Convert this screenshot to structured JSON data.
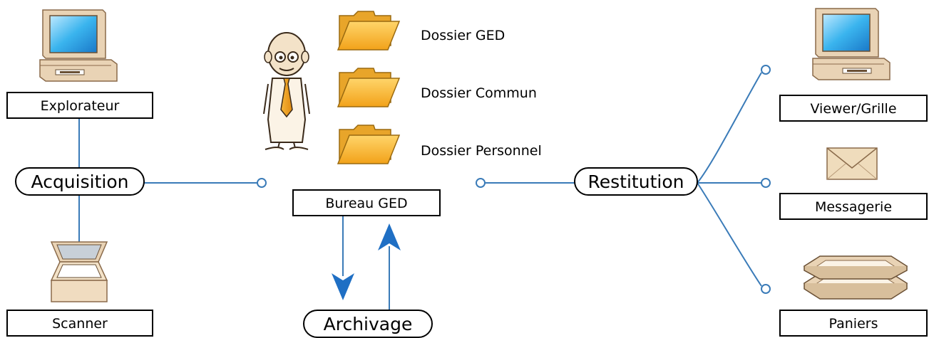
{
  "boxes": {
    "explorateur": "Explorateur",
    "scanner": "Scanner",
    "bureau_ged": "Bureau GED",
    "viewer": "Viewer/Grille",
    "messagerie": "Messagerie",
    "paniers": "Paniers"
  },
  "pills": {
    "acquisition": "Acquisition",
    "archivage": "Archivage",
    "restitution": "Restitution"
  },
  "folders": [
    {
      "label": "Dossier GED"
    },
    {
      "label": "Dossier Commun"
    },
    {
      "label": "Dossier Personnel"
    }
  ],
  "icons": {
    "left_computer": "computer-icon",
    "right_computer": "computer-icon",
    "scanner": "scanner-icon",
    "user": "user-icon",
    "envelope": "envelope-icon",
    "baskets": "stacked-trays-icon",
    "folder": "folder-icon"
  },
  "colors": {
    "connector": "#3a7bb8",
    "arrow": "#1f6fc4",
    "tie": "#f0a020",
    "folder": "#f4b030",
    "device_beige": "#e9d3b5"
  }
}
